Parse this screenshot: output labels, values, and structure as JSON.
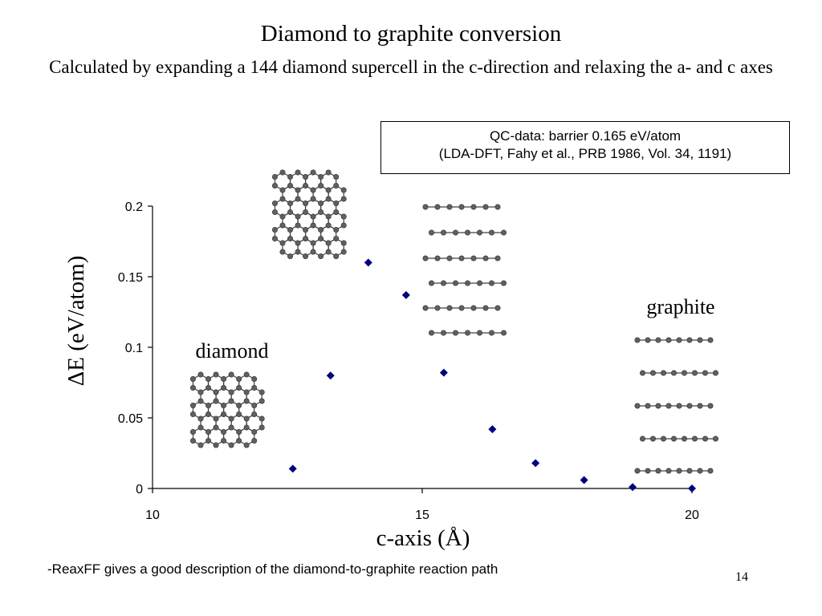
{
  "slide": {
    "title": "Diamond to graphite conversion",
    "subtitle": "Calculated by expanding a 144 diamond supercell in the c-direction and relaxing the a- and c axes",
    "note_line1": "QC-data: barrier 0.165 eV/atom",
    "note_line2": "(LDA-DFT, Fahy et al., PRB 1986, Vol. 34, 1191)",
    "footer": "-ReaxFF gives a good description of the diamond-to-graphite reaction path",
    "page_number": "14",
    "label_diamond": "diamond",
    "label_graphite": "graphite"
  },
  "colors": {
    "marker": "#000080",
    "axis": "#000000",
    "atom": "#606060",
    "bond": "#404040"
  },
  "chart_data": {
    "type": "scatter",
    "title": "",
    "xlabel": "c-axis (Å)",
    "ylabel": "ΔE (eV/atom)",
    "xlim": [
      10,
      20
    ],
    "ylim": [
      0,
      0.2
    ],
    "x_ticks": [
      "10",
      "15",
      "20"
    ],
    "y_ticks": [
      "0",
      "0.05",
      "0.1",
      "0.15",
      "0.2"
    ],
    "grid": false,
    "series": [
      {
        "x": [
          12.6,
          13.3,
          14.0,
          14.7,
          15.4,
          16.3,
          17.1,
          18.0,
          18.9,
          20.0
        ],
        "y": [
          0.014,
          0.08,
          0.16,
          0.137,
          0.082,
          0.042,
          0.018,
          0.006,
          0.001,
          0.0
        ]
      }
    ]
  }
}
